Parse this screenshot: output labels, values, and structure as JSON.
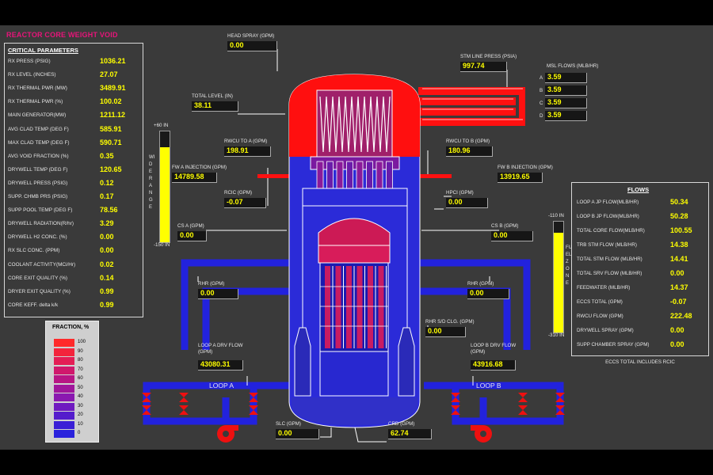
{
  "title": "REACTOR CORE WEIGHT VOID",
  "critical": {
    "header": "CRITICAL PARAMETERS",
    "rows": [
      {
        "label": "RX PRESS (PSIG)",
        "value": "1036.21"
      },
      {
        "label": "RX LEVEL (INCHES)",
        "value": "27.07"
      },
      {
        "label": "RX THERMAL PWR (MW)",
        "value": "3489.91"
      },
      {
        "label": "RX THERMAL PWR (%)",
        "value": "100.02"
      },
      {
        "label": "MAIN GENERATOR(MW)",
        "value": "1211.12"
      },
      {
        "label": "AVG CLAD TEMP (DEG F)",
        "value": "585.91"
      },
      {
        "label": "MAX CLAD TEMP (DEG F)",
        "value": "590.71"
      },
      {
        "label": "AVG VOID FRACTION (%)",
        "value": "0.35"
      },
      {
        "label": "DRYWELL TEMP (DEG F)",
        "value": "120.65"
      },
      {
        "label": "DRYWELL PRESS (PSIG)",
        "value": "0.12"
      },
      {
        "label": "SUPP. CHMB PRS (PSIG)",
        "value": "0.17"
      },
      {
        "label": "SUPP POOL TEMP (DEG F)",
        "value": "78.56"
      },
      {
        "label": "DRYWELL RADIATION(R/hr)",
        "value": "3.29"
      },
      {
        "label": "DRYWELL H2 CONC. (%)",
        "value": "0.00"
      },
      {
        "label": "RX SLC CONC. (PPM)",
        "value": "0.00"
      },
      {
        "label": "COOLANT ACTIVITY(MCi/Hr)",
        "value": "0.02"
      },
      {
        "label": "CORE EXIT QUALITY (%)",
        "value": "0.14"
      },
      {
        "label": "DRYER EXIT QUALITY (%)",
        "value": "0.99"
      },
      {
        "label": "CORE KEFF. delta k/k",
        "value": "0.99"
      }
    ]
  },
  "flows": {
    "header": "FLOWS",
    "rows": [
      {
        "label": "LOOP A JP FLOW(MLB/HR)",
        "value": "50.34"
      },
      {
        "label": "LOOP B JP FLOW(MLB/HR)",
        "value": "50.28"
      },
      {
        "label": "TOTAL CORE FLOW(MLB/HR)",
        "value": "100.55"
      },
      {
        "label": "TRB STM FLOW (MLB/HR)",
        "value": "14.38"
      },
      {
        "label": "TOTAL STM FLOW (MLB/HR)",
        "value": "14.41"
      },
      {
        "label": "TOTAL SRV FLOW (MLB/HR)",
        "value": "0.00"
      },
      {
        "label": "FEEDWATER (MLB/HR)",
        "value": "14.37"
      },
      {
        "label": "ECCS TOTAL (GPM)",
        "value": "-0.07"
      },
      {
        "label": "RWCU FLOW (GPM)",
        "value": "222.48"
      },
      {
        "label": "DRYWELL SPRAY (GPM)",
        "value": "0.00"
      },
      {
        "label": "SUPP CHAMBER SPRAY (GPM)",
        "value": "0.00"
      }
    ],
    "note": "ECCS TOTAL INCLUDES RCIC"
  },
  "readouts": {
    "head_spray": {
      "label": "HEAD SPRAY (GPM)",
      "value": "0.00"
    },
    "stm_line_press": {
      "label": "STM LINE PRESS (PSIA)",
      "value": "997.74"
    },
    "total_level": {
      "label": "TOTAL LEVEL (IN)",
      "value": "38.11"
    },
    "rwcu_a": {
      "label": "RWCU TO A (GPM)",
      "value": "198.91"
    },
    "rwcu_b": {
      "label": "RWCU TO B (GPM)",
      "value": "180.96"
    },
    "fw_a": {
      "label": "FW A INJECTION (GPM)",
      "value": "14789.58"
    },
    "fw_b": {
      "label": "FW B INJECTION (GPM)",
      "value": "13919.65"
    },
    "rcic": {
      "label": "RCIC (GPM)",
      "value": "-0.07"
    },
    "hpci": {
      "label": "HPCI (GPM)",
      "value": "0.00"
    },
    "cs_a": {
      "label": "CS A (GPM)",
      "value": "0.00"
    },
    "cs_b": {
      "label": "CS B (GPM)",
      "value": "0.00"
    },
    "rhr_a": {
      "label": "RHR (GPM)",
      "value": "0.00"
    },
    "rhr_b": {
      "label": "RHR (GPM)",
      "value": "0.00"
    },
    "rhr_sdc": {
      "label": "RHR S/D CLG. (GPM)",
      "value": "0.00"
    },
    "loop_a_drv": {
      "label": "LOOP A DRV FLOW (GPM)",
      "value": "43080.31"
    },
    "loop_b_drv": {
      "label": "LOOP B DRV FLOW (GPM)",
      "value": "43916.68"
    },
    "slc": {
      "label": "SLC (GPM)",
      "value": "0.00"
    },
    "crd": {
      "label": "CRD (GPM)",
      "value": "62.74"
    }
  },
  "msl_flows": {
    "header": "MSL FLOWS (MLB/HR)",
    "items": [
      {
        "id": "A",
        "value": "3.59"
      },
      {
        "id": "B",
        "value": "3.59"
      },
      {
        "id": "C",
        "value": "3.59"
      },
      {
        "id": "D",
        "value": "3.59"
      }
    ]
  },
  "wide_range": {
    "label": "WIDE RANGE",
    "top": "+60 IN",
    "bottom": "-150 IN",
    "fill_fraction": 0.86
  },
  "fuel_zone": {
    "label": "FUEL ZONE",
    "top": "-110 IN",
    "bottom": "-310 IN",
    "fill_fraction": 0.9
  },
  "legend": {
    "title": "FRACTION, %",
    "ticks": [
      "100",
      "90",
      "80",
      "70",
      "60",
      "50",
      "40",
      "30",
      "20",
      "10",
      "0"
    ]
  },
  "loops": {
    "a": "LOOP A",
    "b": "LOOP B"
  },
  "colors": {
    "steam": "#ff1010",
    "water": "#2222dd",
    "value": "#ffff00",
    "title": "#e8147a"
  }
}
